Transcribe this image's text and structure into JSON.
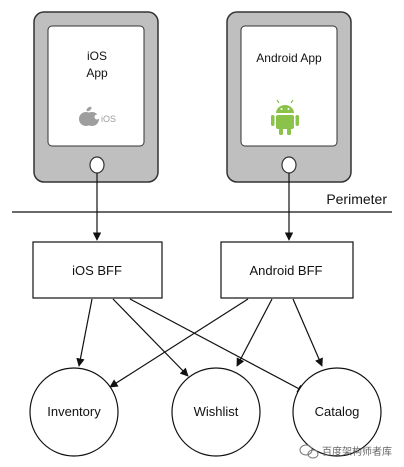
{
  "devices": {
    "ios": {
      "label_line1": "iOS",
      "label_line2": "App",
      "badge_text": "iOS"
    },
    "android": {
      "label": "Android App"
    }
  },
  "perimeter": {
    "label": "Perimeter"
  },
  "bffs": {
    "ios": {
      "label": "iOS BFF"
    },
    "android": {
      "label": "Android BFF"
    }
  },
  "services": {
    "inventory": {
      "label": "Inventory"
    },
    "wishlist": {
      "label": "Wishlist"
    },
    "catalog": {
      "label": "Catalog"
    }
  },
  "watermark": {
    "text": "百度架构师者库"
  },
  "colors": {
    "device_frame": "#bfbfbf",
    "android_green": "#8bc34a",
    "apple_gray": "#9e9e9e"
  }
}
